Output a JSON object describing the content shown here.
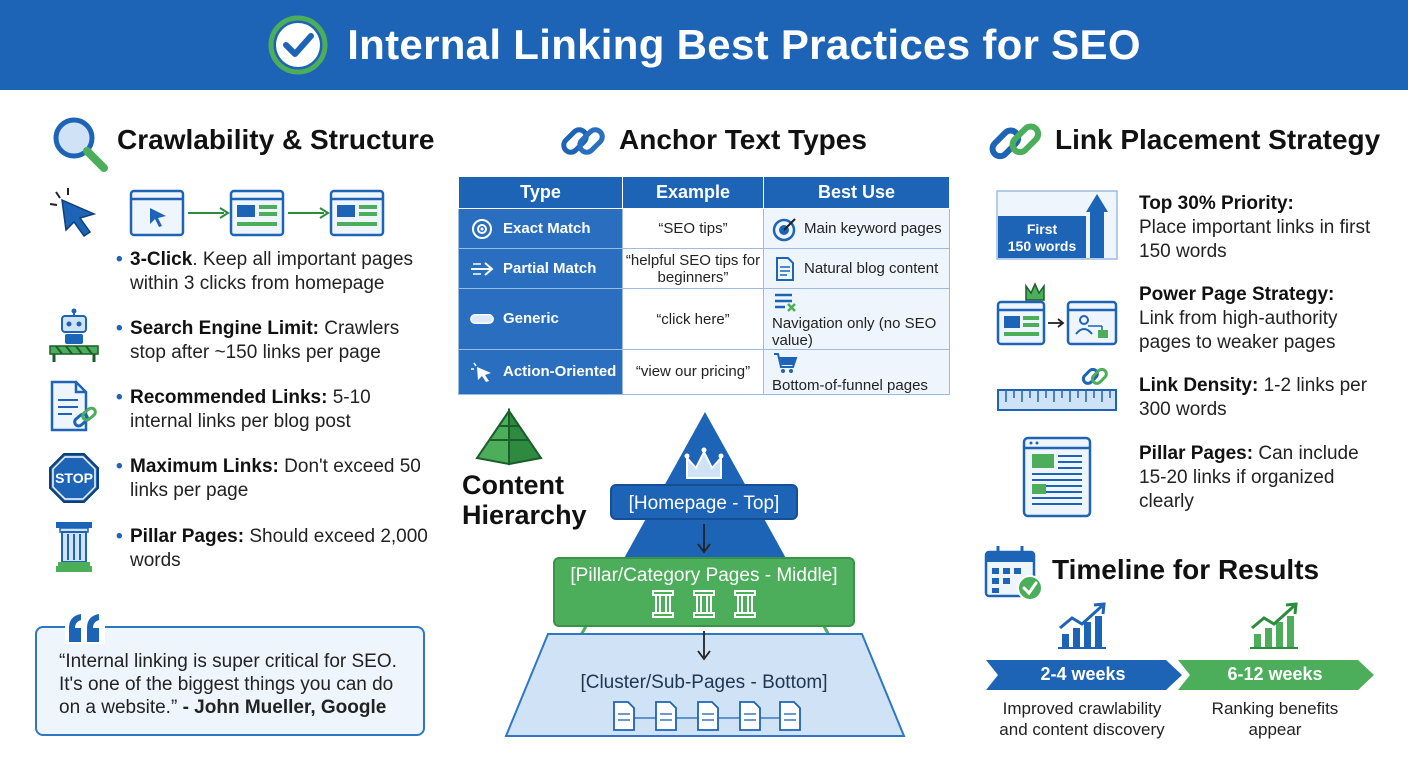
{
  "header": {
    "title": "Internal Linking Best Practices for SEO"
  },
  "crawl": {
    "title": "Crawlability & Structure",
    "items": [
      {
        "label": "3-Click",
        "text": ". Keep all important pages within 3 clicks from homepage"
      },
      {
        "label": "Search Engine Limit:",
        "text": " Crawlers stop after ~150 links per page"
      },
      {
        "label": "Recommended Links:",
        "text": " 5-10 internal links per blog post"
      },
      {
        "label": "Maximum Links:",
        "text": " Don't exceed 50 links per page"
      },
      {
        "label": "Pillar Pages:",
        "text": " Should exceed 2,000 words"
      }
    ],
    "stop_sign": "STOP",
    "quote_text": "“Internal linking is super critical for SEO. It's one of the biggest things you can do on a website.”",
    "quote_author": " - John Mueller, Google"
  },
  "anchor": {
    "title": "Anchor Text Types",
    "headers": [
      "Type",
      "Example",
      "Best Use"
    ],
    "rows": [
      {
        "type": "Exact Match",
        "example": "“SEO tips”",
        "use": "Main keyword pages"
      },
      {
        "type": "Partial Match",
        "example": "“helpful SEO tips for beginners”",
        "use": "Natural blog content"
      },
      {
        "type": "Generic",
        "example": "“click here”",
        "use": "Navigation only (no SEO value)"
      },
      {
        "type": "Action-Oriented",
        "example": "“view our pricing”",
        "use": "Bottom-of-funnel pages"
      }
    ]
  },
  "hierarchy": {
    "title_line1": "Content",
    "title_line2": "Hierarchy",
    "top": "[Homepage - Top]",
    "middle": "[Pillar/Category Pages - Middle]",
    "bottom": "[Cluster/Sub-Pages - Bottom]"
  },
  "placement": {
    "title": "Link Placement Strategy",
    "first_words_line1": "First",
    "first_words_line2": "150 words",
    "items": [
      {
        "label": "Top 30% Priority:",
        "text": "Place important links in first 150 words"
      },
      {
        "label": "Power Page Strategy:",
        "text": "Link from high-authority pages to weaker pages"
      },
      {
        "label": "Link Density:",
        "text": " 1-2 links per 300 words"
      },
      {
        "label": "Pillar Pages:",
        "text": " Can include 15-20 links if organized clearly"
      }
    ]
  },
  "timeline": {
    "title": "Timeline for Results",
    "phases": [
      {
        "period": "2-4 weeks",
        "desc": "Improved crawlability and content discovery"
      },
      {
        "period": "6-12 weeks",
        "desc": "Ranking benefits appear"
      }
    ]
  },
  "colors": {
    "blue": "#1d64b6",
    "green": "#4cae5a",
    "light_blue": "#eef5fc"
  }
}
